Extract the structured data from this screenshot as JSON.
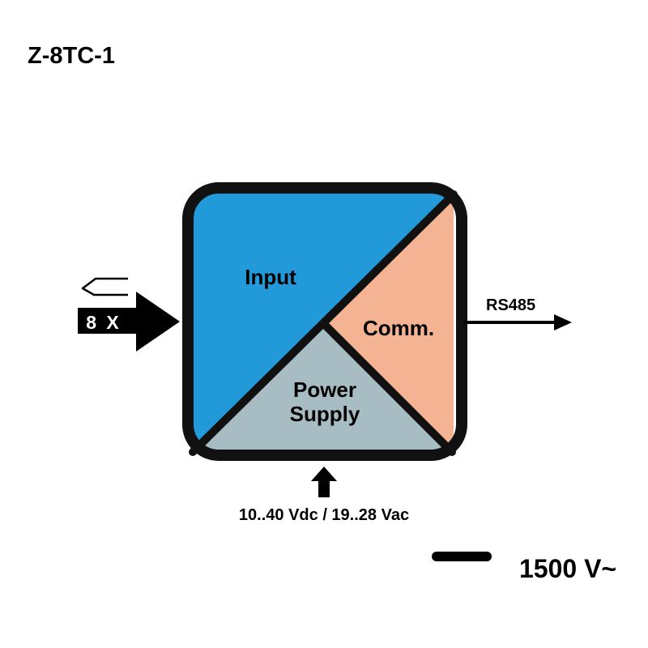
{
  "title": "Z-8TC-1",
  "blocks": {
    "input": {
      "label": "Input",
      "color": "#2299d8"
    },
    "comm": {
      "label": "Comm.",
      "color": "#f4b393"
    },
    "power": {
      "line1": "Power",
      "line2": "Supply",
      "color": "#a8bcc4"
    }
  },
  "input_side": {
    "channel_count": "8 X",
    "sensor_icon": "thermocouple-icon"
  },
  "output_side": {
    "protocol": "RS485"
  },
  "power_side": {
    "spec": "10..40 Vdc / 19..28 Vac"
  },
  "isolation": {
    "voltage": "1500 V~"
  },
  "colors": {
    "outline": "#111111",
    "ink": "#000000"
  }
}
